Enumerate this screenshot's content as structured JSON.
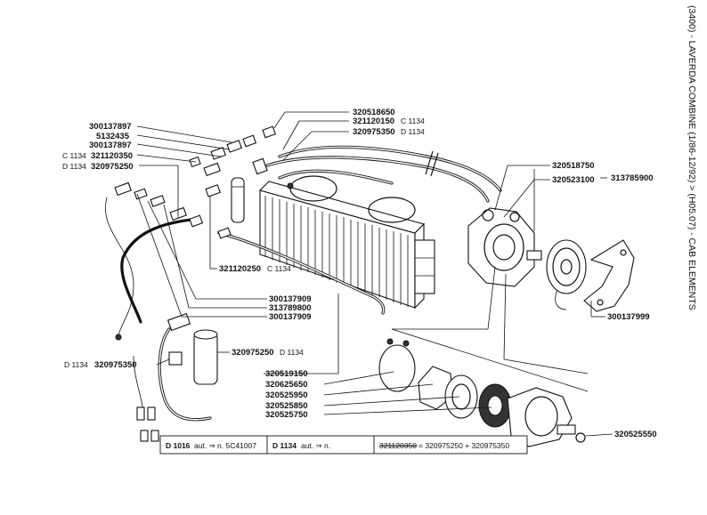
{
  "side_title": "(3400) - LAVERDA COMBINE (1/86-12/92) > (H05.07) - CAB ELEMENTS",
  "labels": {
    "l300137897a": "300137897",
    "l5132435": "5132435",
    "l300137897b": "300137897",
    "c1134_prefix": "C 1134",
    "l321120350": "321120350",
    "d1134_prefix": "D 1134",
    "l320975250a": "320975250",
    "l320518650": "320518650",
    "l321120150": "321120150",
    "c1134_suffix": "C 1134",
    "l320975350a": "320975350",
    "d1134_suffix": "D 1134",
    "l320518750": "320518750",
    "l320523100": "320523100",
    "l313785900": "313785900",
    "l321120250": "321120250",
    "c1134_suffix2": "C 1134",
    "l300137909a": "300137909",
    "l313789800": "313789800",
    "l300137909b": "300137909",
    "l300137999": "300137999",
    "l320975250b": "320975250",
    "d1134_suffix2": "D 1134",
    "d1134_prefix2": "D 1134",
    "l320975350b": "320975350",
    "l320519150": "320519150",
    "l320625650": "320625650",
    "l320525950": "320525950",
    "l320525850": "320525850",
    "l320525750": "320525750",
    "l320525550": "320525550"
  },
  "legend": {
    "d1016_code": "D 1016",
    "d1016_text": "aut. ⇒ n. 5C41007",
    "d1134_code": "D 1134",
    "d1134_text": "aut. ⇒ n.",
    "struck": "321120350",
    "equation": "= 320975250 + 320975350"
  }
}
